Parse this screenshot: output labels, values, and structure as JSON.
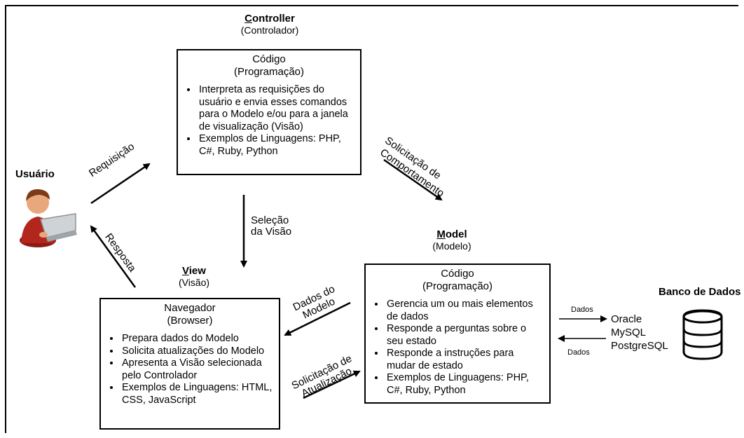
{
  "controller": {
    "title_first": "C",
    "title_rest": "ontroller",
    "subtitle": "(Controlador)",
    "box_title": "Código",
    "box_subtitle": "(Programação)",
    "bullets": [
      "Interpreta as requisições do usuário e envia esses comandos para o Modelo e/ou para a janela de visualização (Visão)",
      "Exemplos de Linguagens: PHP, C#, Ruby, Python"
    ]
  },
  "model": {
    "title_first": "M",
    "title_rest": "odel",
    "subtitle": "(Modelo)",
    "box_title": "Código",
    "box_subtitle": "(Programação)",
    "bullets": [
      "Gerencia um ou mais elementos de dados",
      "Responde a perguntas sobre o seu estado",
      "Responde a instruções para mudar de estado",
      "Exemplos de Linguagens: PHP, C#, Ruby, Python"
    ]
  },
  "view": {
    "title_first": "V",
    "title_rest": "iew",
    "subtitle": "(Visão)",
    "box_title": "Navegador",
    "box_subtitle": "(Browser)",
    "bullets": [
      "Prepara dados do Modelo",
      "Solicita atualizações do Modelo",
      "Apresenta a Visão selecionada pelo Controlador",
      "Exemplos de Linguagens: HTML, CSS, JavaScript"
    ]
  },
  "user": {
    "label": "Usuário"
  },
  "database": {
    "label": "Banco de Dados",
    "systems": [
      "Oracle",
      "MySQL",
      "PostgreSQL"
    ],
    "to_db": "Dados",
    "from_db": "Dados"
  },
  "arrows": {
    "requisicao": "Requisição",
    "resposta": "Resposta",
    "selecao_1": "Seleção",
    "selecao_2": "da Visão",
    "comportamento_1": "Solicitação de",
    "comportamento_2": "Comportamento",
    "dados_modelo_1": "Dados do",
    "dados_modelo_2": "Modelo",
    "atualizacao_1": "Solicitação de",
    "atualizacao_2": "Atualização"
  }
}
